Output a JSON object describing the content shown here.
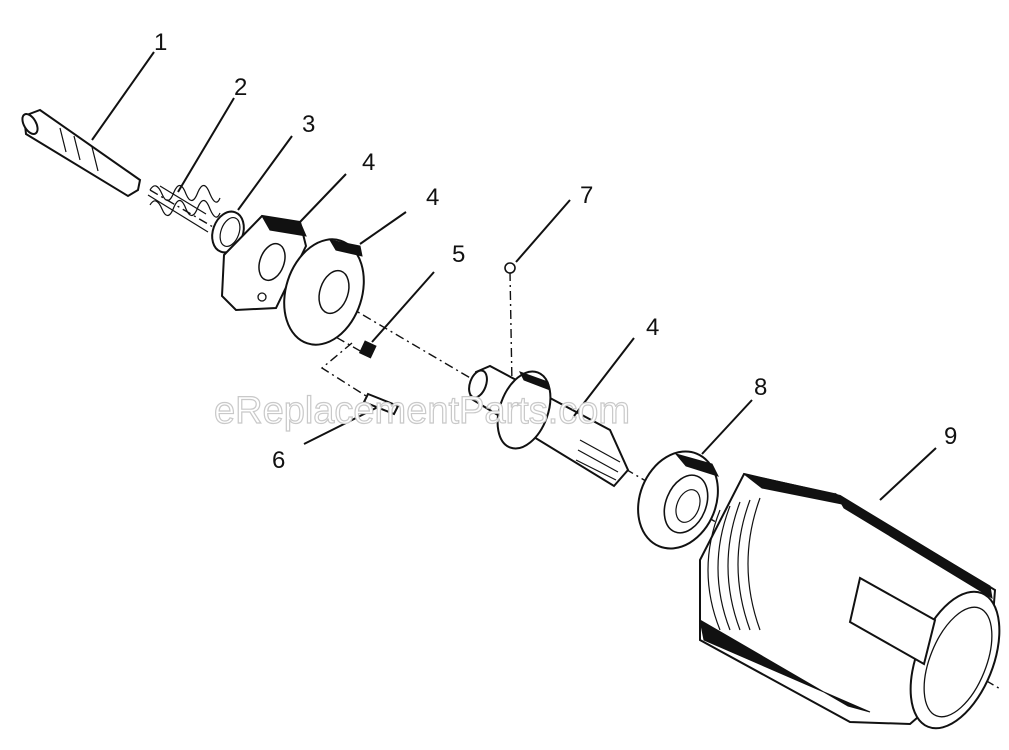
{
  "watermark": "eReplacementParts.com",
  "callouts": [
    "1",
    "2",
    "3",
    "4",
    "4",
    "5",
    "7",
    "4",
    "6",
    "8",
    "9"
  ]
}
